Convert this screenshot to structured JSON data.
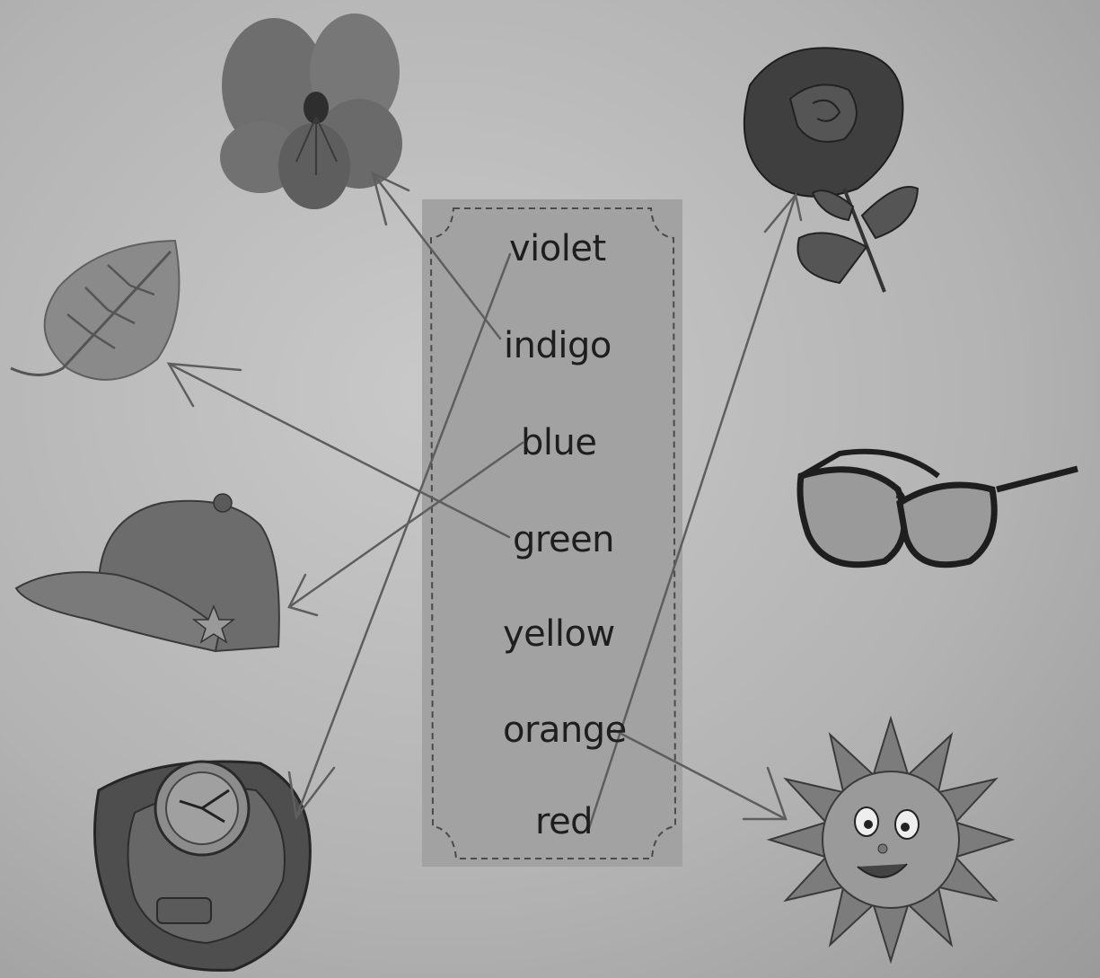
{
  "color_words": [
    "violet",
    "indigo",
    "blue",
    "green",
    "yellow",
    "orange",
    "red"
  ],
  "pictures": {
    "left": [
      "flower-icon",
      "leaf-icon",
      "cap-icon",
      "watch-icon"
    ],
    "right": [
      "rose-icon",
      "glasses-icon",
      "sun-icon"
    ]
  },
  "connections": [
    {
      "word": "violet",
      "picture": "watch-icon"
    },
    {
      "word": "indigo",
      "picture": "flower-icon"
    },
    {
      "word": "blue",
      "picture": "cap-icon"
    },
    {
      "word": "green",
      "picture": "leaf-icon"
    },
    {
      "word": "orange",
      "picture": "sun-icon"
    },
    {
      "word": "red",
      "picture": "rose-icon"
    }
  ],
  "colors": {
    "background": "#bdbdbd",
    "panel": "#a2a2a2",
    "lines": "#5e5e5e",
    "text": "#1e1e1e"
  }
}
